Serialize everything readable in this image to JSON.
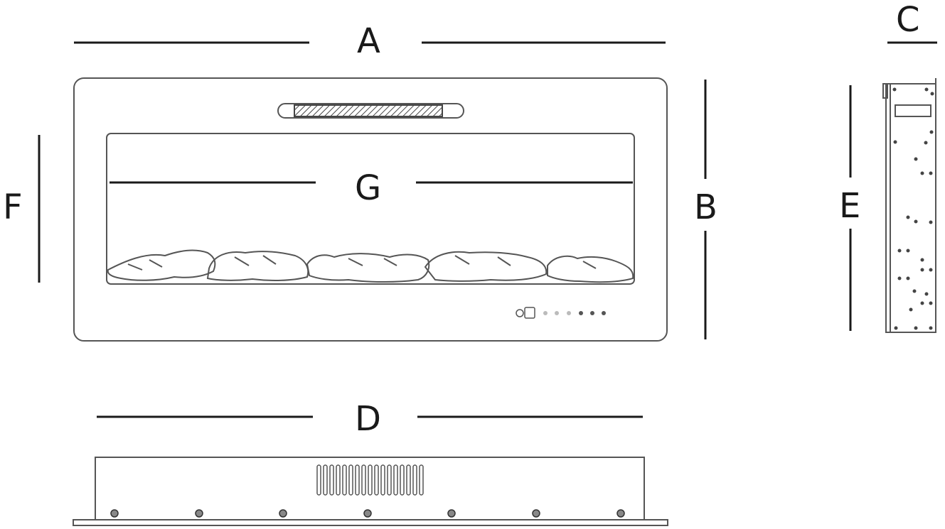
{
  "labels": {
    "A": "A",
    "B": "B",
    "C": "C",
    "D": "D",
    "E": "E",
    "F": "F",
    "G": "G"
  },
  "colors": {
    "line": "#1a1a1a",
    "outline": "#555555"
  },
  "icons": {
    "control_panel": "power-and-level-icons",
    "vent": "hatched-air-vent-icon"
  }
}
